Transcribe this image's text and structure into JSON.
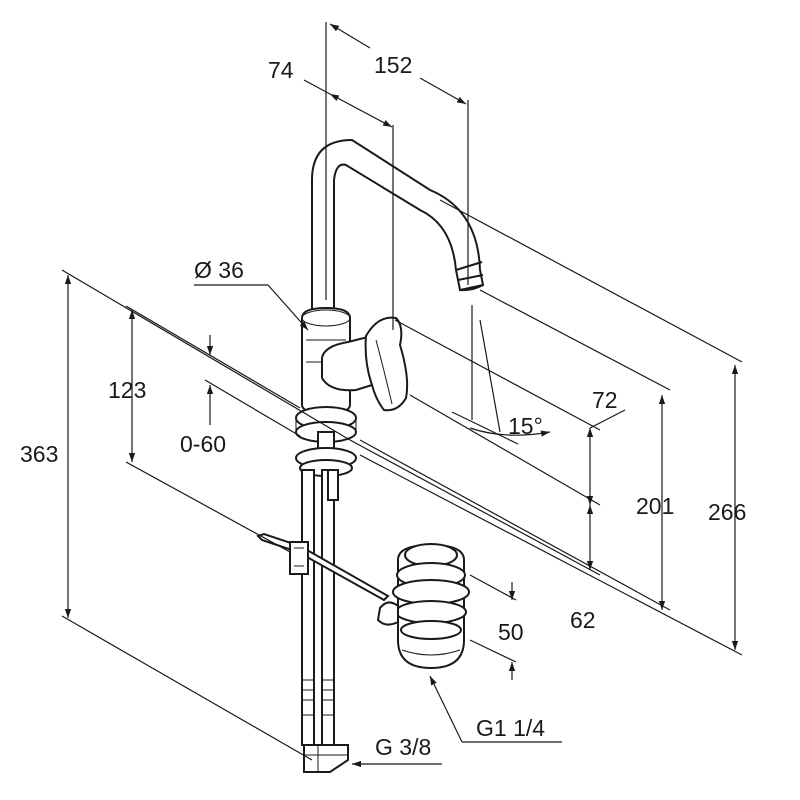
{
  "dimensions": {
    "d74": "74",
    "d152": "152",
    "dia36": "Ø 36",
    "d123": "123",
    "d0_60": "0-60",
    "d363": "363",
    "d72": "72",
    "d15deg": "15°",
    "d201": "201",
    "d266": "266",
    "d62": "62",
    "d50": "50",
    "g38": "G 3/8",
    "g114": "G1 1/4"
  }
}
